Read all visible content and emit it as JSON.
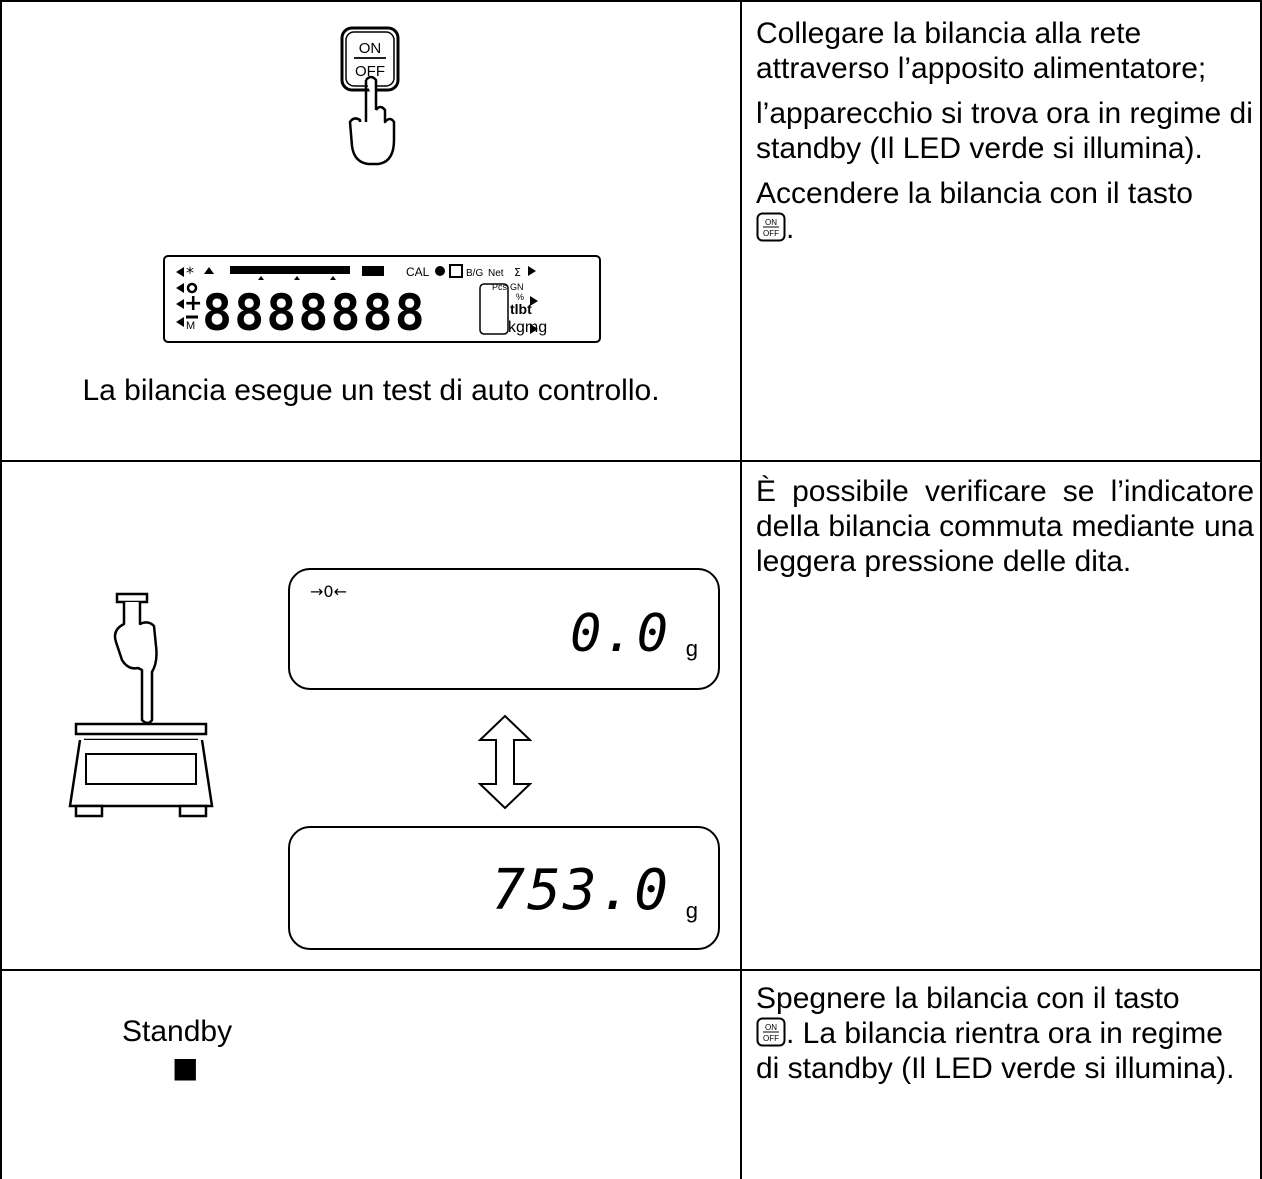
{
  "row1": {
    "key_top": "ON",
    "key_bottom": "OFF",
    "lcd_digits": "8888888",
    "lcd_labels": {
      "cal": "CAL",
      "bg": "B/G",
      "net": "Net",
      "sigma": "Σ",
      "pcs": "Pcs",
      "gn": "GN",
      "pct": "%",
      "lb_t": "tlbt",
      "kgmg": "kgmg",
      "m": "M"
    },
    "caption": "La bilancia esegue un test di auto controllo.",
    "text_1": "Collegare la bilancia alla rete attraverso l’apposito alimentatore;",
    "text_2": "l’apparecchio si trova ora in regime di standby (Il LED verde si illumina).",
    "text_3": "Accendere la bilancia con il tasto",
    "text_3_end": "."
  },
  "row2": {
    "display_top_symbol": "→0←",
    "display_top_value": "0.0",
    "display_unit": "g",
    "display_bottom_value": "753.0",
    "text": "È possibile verificare se l’indicatore della bilancia commuta mediante una leggera pressione delle dita."
  },
  "row3": {
    "standby_label": "Standby",
    "standby_symbol": "■",
    "text_a": "Spegnere la bilancia con il tasto",
    "text_b": ". La bilancia rientra ora in regime di standby (Il LED verde si illumina)."
  }
}
